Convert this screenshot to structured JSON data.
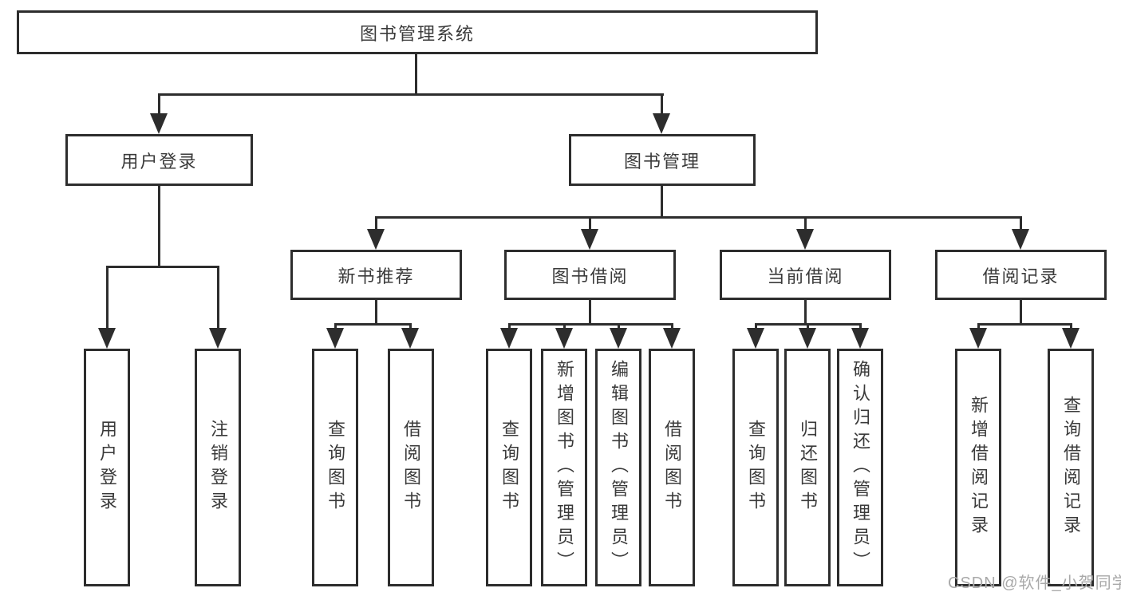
{
  "diagram_type": "hierarchy-tree",
  "colors": {
    "line": "#2d2d2d",
    "box_border": "#2d2d2d",
    "box_background": "#ffffff",
    "text": "#3a3a3a",
    "watermark": "#a9a9a9"
  },
  "root": {
    "label": "图书管理系统"
  },
  "user_login": {
    "label": "用户登录",
    "children": [
      {
        "label": "用户登录"
      },
      {
        "label": "注销登录"
      }
    ]
  },
  "book_mgmt": {
    "label": "图书管理",
    "groups": [
      {
        "label": "新书推荐",
        "children": [
          {
            "label": "查询图书"
          },
          {
            "label": "借阅图书"
          }
        ]
      },
      {
        "label": "图书借阅",
        "children": [
          {
            "label": "查询图书"
          },
          {
            "label": "新增图书（管理员）"
          },
          {
            "label": "编辑图书（管理员）"
          },
          {
            "label": "借阅图书"
          }
        ]
      },
      {
        "label": "当前借阅",
        "children": [
          {
            "label": "查询图书"
          },
          {
            "label": "归还图书"
          },
          {
            "label": "确认归还（管理员）"
          }
        ]
      },
      {
        "label": "借阅记录",
        "children": [
          {
            "label": "新增借阅记录"
          },
          {
            "label": "查询借阅记录"
          }
        ]
      }
    ]
  },
  "watermark": "CSDN @软件_小贺同学"
}
